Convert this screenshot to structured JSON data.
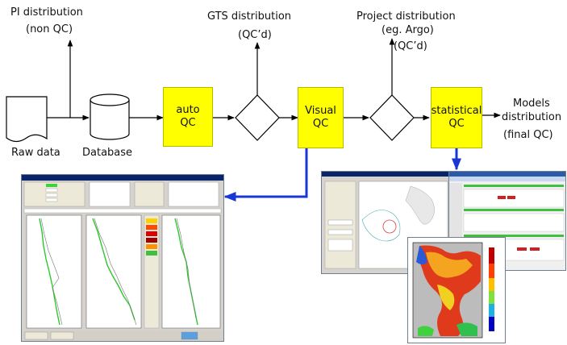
{
  "labels": {
    "pi_title": "PI distribution",
    "pi_sub": "(non QC)",
    "gts_title": "GTS distribution",
    "gts_sub": "(QC’d)",
    "project_title": "Project distribution",
    "project_sub1": "(eg. Argo)",
    "project_sub2": "(QC’d)",
    "raw_data": "Raw data",
    "database": "Database",
    "models_line1": "Models",
    "models_line2": "distribution",
    "models_line3": "(final QC)"
  },
  "boxes": {
    "auto_line1": "auto",
    "auto_line2": "QC",
    "visual_line1": "Visual",
    "visual_line2": "QC",
    "statistical_line1": "statistical",
    "statistical_line2": "QC"
  },
  "colors": {
    "qc_box": "#ffff00",
    "arrow": "#000000",
    "feedback_arrow": "#1a37d6"
  },
  "icons": {
    "document": "raw-data-document-icon",
    "cylinder": "database-cylinder-icon",
    "diamond": "decision-diamond-icon"
  }
}
